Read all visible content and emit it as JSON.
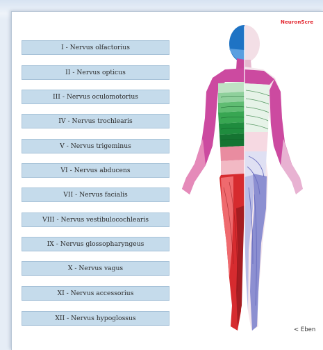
{
  "brand": "NeuronScre",
  "nerves": [
    {
      "label": "I - Nervus olfactorius"
    },
    {
      "label": "II - Nervus opticus"
    },
    {
      "label": "III - Nervus oculomotorius"
    },
    {
      "label": "IV - Nervus trochlearis"
    },
    {
      "label": "V - Nervus trigeminus"
    },
    {
      "label": "VI - Nervus abducens"
    },
    {
      "label": "VII - Nervus facialis"
    },
    {
      "label": "VIII - Nervus vestibulocochlearis"
    },
    {
      "label": "IX - Nervus glossopharyngeus"
    },
    {
      "label": "X - Nervus vagus"
    },
    {
      "label": "XI - Nervus accessorius"
    },
    {
      "label": "XII - Nervus hypoglossus"
    }
  ],
  "back_link": "< Eben",
  "colors": {
    "button_bg": "#c5dbeb",
    "brand": "#e2232c",
    "head": "#1a6fc0",
    "neck_shoulder": "#c8469b",
    "thorax": "#2fa14a",
    "leg_red": "#d42a2e",
    "leg_blue": "#6f73c4"
  }
}
